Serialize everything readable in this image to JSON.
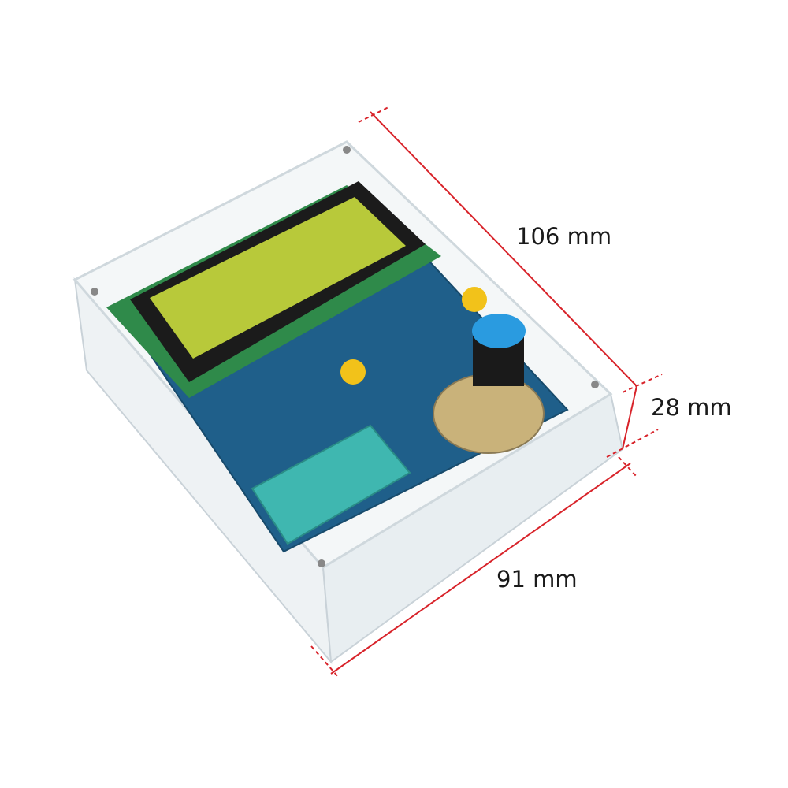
{
  "product": {
    "description_visible": false,
    "lcd_color": "#b8c93a",
    "pcb_color": "#1f5f8a",
    "knob_cap_color": "#2a9be0",
    "button_color": "#f2c21a",
    "socket_color": "#3fb7b0"
  },
  "dimensions": {
    "length_label": "106 mm",
    "height_label": "28 mm",
    "width_label": "91 mm",
    "line_color": "#d8232a"
  }
}
